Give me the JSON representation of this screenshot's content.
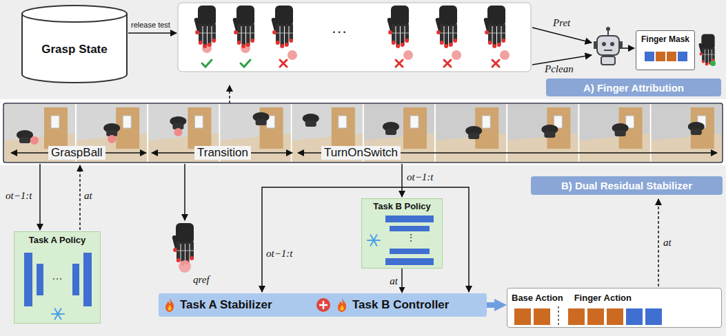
{
  "diagram": {
    "nodes": [
      {
        "text": [
          "Grasp State"
        ]
      },
      {
        "text": [
          "Finger Mask"
        ]
      },
      {
        "text": [
          "A) Finger Attribution"
        ]
      },
      {
        "text": [
          "B) Dual Residual Stabilizer"
        ]
      },
      {
        "text": [
          "Task A Policy"
        ]
      },
      {
        "text": [
          "Task B Policy"
        ]
      },
      {
        "text": [
          "Task A Stabilizer"
        ]
      },
      {
        "text": [
          "Task B Controller"
        ]
      },
      {
        "text": [
          "Base Action",
          "Finger Action"
        ]
      }
    ],
    "edges": [
      {
        "from": 5,
        "to": 7,
        "arrow": "to",
        "label": "at"
      },
      {
        "from": 7,
        "to": 8,
        "arrow": "to"
      }
    ],
    "labels": [
      "release test",
      "…",
      "Pret",
      "Pclean",
      "GraspBall",
      "Transition",
      "TurnOnSwitch",
      "ot−1:t",
      "at",
      "…",
      "qref",
      "ot−1:t",
      "ot−1:t",
      "⋮",
      "at"
    ]
  }
}
